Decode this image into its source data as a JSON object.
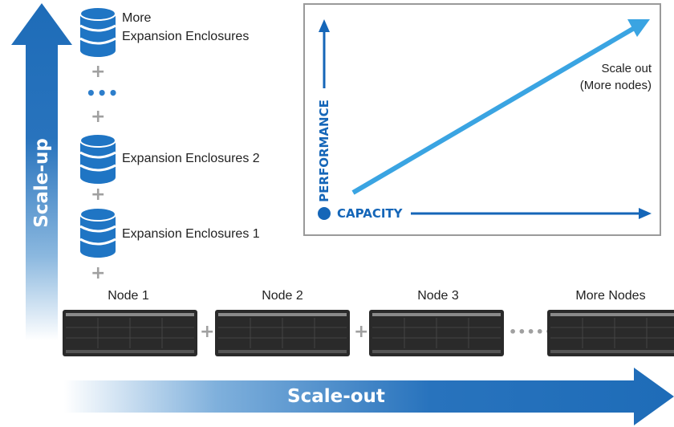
{
  "scale_up": {
    "label": "Scale-up"
  },
  "scale_out_bottom": {
    "label": "Scale-out"
  },
  "enclosures": [
    {
      "label_line1": "More",
      "label_line2": "Expansion Enclosures"
    },
    {
      "label": "Expansion Enclosures 2"
    },
    {
      "label": "Expansion Enclosures 1"
    }
  ],
  "plus_symbol": "+",
  "vertical_ellipsis": "•••",
  "horizontal_ellipsis": "•••••••",
  "nodes": [
    {
      "label": "Node 1"
    },
    {
      "label": "Node 2"
    },
    {
      "label": "Node 3"
    },
    {
      "label": "More Nodes"
    }
  ],
  "chart": {
    "y_axis_label": "PERFORMANCE",
    "x_axis_label": "CAPACITY",
    "trend_label_line1": "Scale out",
    "trend_label_line2": "(More nodes)"
  },
  "colors": {
    "primary_blue": "#1f75c4",
    "light_blue": "#3aa4e2",
    "plus_gray": "#a0a0a0",
    "server_dark": "#2a2a2a"
  }
}
